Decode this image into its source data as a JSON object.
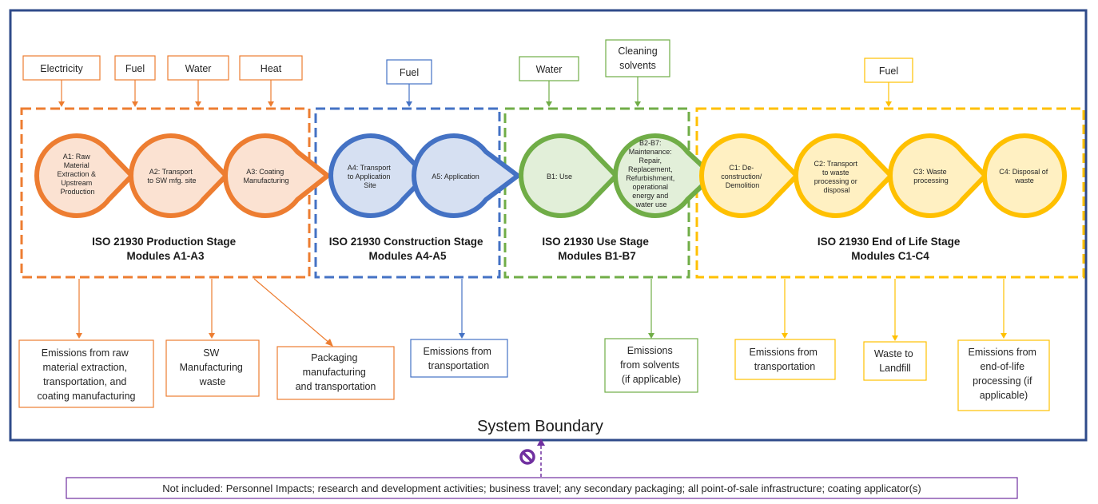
{
  "colors": {
    "boundary": "#2f4b8a",
    "production": "#ed7d31",
    "production_fill": "#fbe2d2",
    "construction": "#4472c4",
    "construction_fill": "#d6e0f2",
    "use": "#70ad47",
    "use_fill": "#e2efd9",
    "eol": "#ffc000",
    "eol_fill": "#fff0c2",
    "excluded": "#7030a0"
  },
  "inputs": {
    "electricity": "Electricity",
    "fuel_production": "Fuel",
    "water_production": "Water",
    "heat": "Heat",
    "fuel_construction": "Fuel",
    "water_use": "Water",
    "cleaning_solvents": [
      "Cleaning",
      "solvents"
    ],
    "fuel_eol": "Fuel"
  },
  "modules": {
    "a1": [
      "A1: Raw",
      "Material",
      "Extraction &",
      "Upstream",
      "Production"
    ],
    "a2": [
      "A2: Transport",
      "to SW mfg. site"
    ],
    "a3": [
      "A3: Coating",
      "Manufacturing"
    ],
    "a4": [
      "A4: Transport",
      "to Application",
      "Site"
    ],
    "a5": [
      "A5: Application"
    ],
    "b1": [
      "B1: Use"
    ],
    "b2b7": [
      "B2-B7:",
      "Maintenance:",
      "Repair,",
      "Replacement,",
      "Refurbishment,",
      "operational",
      "energy and",
      "water use"
    ],
    "c1": [
      "C1: De-",
      "construction/",
      "Demolition"
    ],
    "c2": [
      "C2: Transport",
      "to waste",
      "processing or",
      "disposal"
    ],
    "c3": [
      "C3: Waste",
      "processing"
    ],
    "c4": [
      "C4: Disposal of",
      "waste"
    ]
  },
  "stages": {
    "production": [
      "ISO 21930 Production Stage",
      "Modules A1-A3"
    ],
    "construction": [
      "ISO 21930 Construction Stage",
      "Modules A4-A5"
    ],
    "use": [
      "ISO 21930 Use Stage",
      "Modules B1-B7"
    ],
    "eol": [
      "ISO 21930 End of Life Stage",
      "Modules C1-C4"
    ]
  },
  "outputs": {
    "raw_material": [
      "Emissions from raw",
      "material extraction,",
      "transportation, and",
      "coating manufacturing"
    ],
    "sw_waste": [
      "SW",
      "Manufacturing",
      "waste"
    ],
    "packaging": [
      "Packaging",
      "manufacturing",
      "and transportation"
    ],
    "transport_construction": [
      "Emissions from",
      "transportation"
    ],
    "solvents": [
      "Emissions",
      "from solvents",
      "(if applicable)"
    ],
    "transport_eol": [
      "Emissions from",
      "transportation"
    ],
    "landfill": [
      "Waste to",
      "Landfill"
    ],
    "eol_processing": [
      "Emissions from",
      "end-of-life",
      "processing (if",
      "applicable)"
    ]
  },
  "system_boundary": "System Boundary",
  "not_included": "Not included: Personnel Impacts; research and development activities; business travel; any secondary packaging; all point-of-sale infrastructure; coating applicator(s)"
}
